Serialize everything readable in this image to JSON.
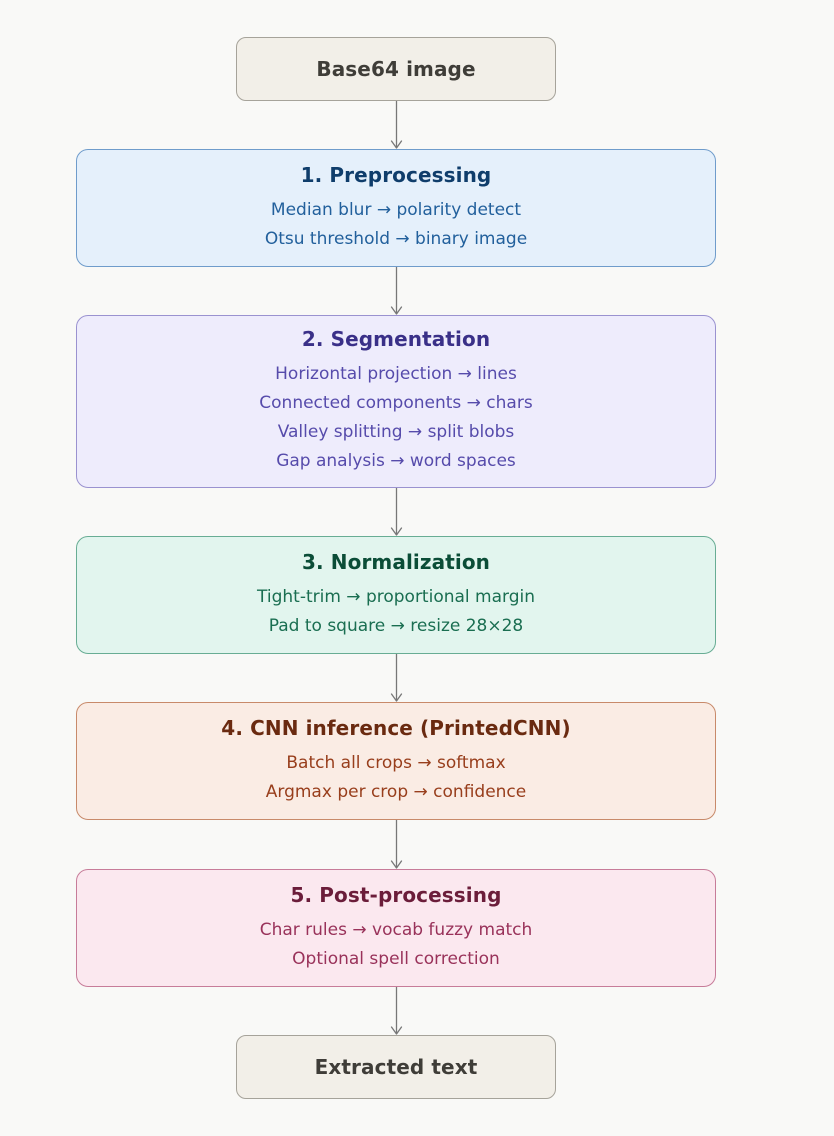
{
  "colors": {
    "background": "#f9f9f7",
    "arrow": "#777777"
  },
  "input": {
    "label": "Base64 image",
    "fill": "#f2efe8",
    "border": "#a6a39a",
    "text_color": "#3f3d38"
  },
  "stages": [
    {
      "title": "1. Preprocessing",
      "lines": [
        "Median blur → polarity detect",
        "Otsu threshold → binary image"
      ],
      "fill": "#e5f0fb",
      "border": "#6f9ccb",
      "title_color": "#0f3d6b",
      "text_color": "#22609c"
    },
    {
      "title": "2. Segmentation",
      "lines": [
        "Horizontal projection → lines",
        "Connected components → chars",
        "Valley splitting → split blobs",
        "Gap analysis → word spaces"
      ],
      "fill": "#eeecfc",
      "border": "#9a92d0",
      "title_color": "#3a3088",
      "text_color": "#564bab"
    },
    {
      "title": "3. Normalization",
      "lines": [
        "Tight-trim → proportional margin",
        "Pad to square → resize 28×28"
      ],
      "fill": "#e2f5ee",
      "border": "#68ad94",
      "title_color": "#0b4d37",
      "text_color": "#1a6e51"
    },
    {
      "title": "4. CNN inference (PrintedCNN)",
      "lines": [
        "Batch all crops → softmax",
        "Argmax per crop → confidence"
      ],
      "fill": "#faece4",
      "border": "#c88a6a",
      "title_color": "#6a2a10",
      "text_color": "#983e1c"
    },
    {
      "title": "5. Post-processing",
      "lines": [
        "Char rules → vocab fuzzy match",
        "Optional spell correction"
      ],
      "fill": "#fbe8ef",
      "border": "#c77c99",
      "title_color": "#6b1d3a",
      "text_color": "#99325a"
    }
  ],
  "output": {
    "label": "Extracted text",
    "fill": "#f2efe8",
    "border": "#a6a39a",
    "text_color": "#3f3d38"
  }
}
